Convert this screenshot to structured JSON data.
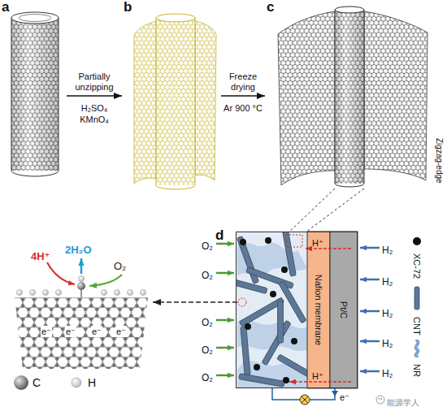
{
  "diagram": {
    "nodes": [
      {
        "text": [
          "a"
        ]
      },
      {
        "text": [
          "b"
        ]
      },
      {
        "text": [
          "c"
        ]
      },
      {
        "text": [
          "d"
        ]
      },
      {
        "text": [
          "Nafion membrane"
        ],
        "in": 3
      },
      {
        "text": [
          "Pt/C"
        ],
        "in": 3
      }
    ],
    "edges": [
      {
        "from": 0,
        "to": 1,
        "label": "Partially unzipping",
        "arrow": "to"
      },
      {
        "from": 1,
        "to": 2,
        "label": "Freeze drying",
        "arrow": "to"
      }
    ],
    "labels": [
      "H₂SO₄",
      "KMnO₄",
      "Ar 900 °C",
      "Zigzag-edge",
      "O₂",
      "O₂",
      "O₂",
      "O₂",
      "O₂",
      "H₂",
      "H₂",
      "H₂",
      "H₂",
      "H₂",
      "H⁺",
      "H⁺",
      "e⁻",
      "4H⁺",
      "2H₂O",
      "O₂",
      "e⁻",
      "e⁻",
      "e⁻",
      "e⁻",
      "能源学人"
    ],
    "legend": [
      {
        "text": "C"
      },
      {
        "text": "H"
      },
      {
        "text": "XC-72"
      },
      {
        "text": "CNT"
      },
      {
        "text": "NR"
      }
    ]
  }
}
